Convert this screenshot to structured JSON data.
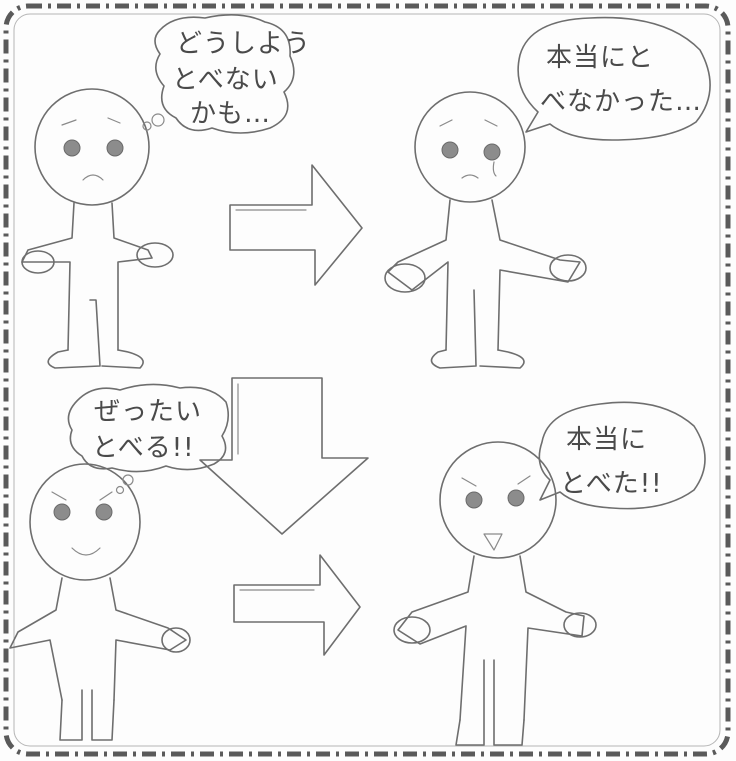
{
  "panels": {
    "top_left": {
      "thought_line1": "どうしよう",
      "thought_line2": "とべない",
      "thought_line3": "かも…"
    },
    "top_right": {
      "speech_line1": "本当にと",
      "speech_line2": "べなかった…"
    },
    "bottom_left": {
      "thought_line1": "ぜったい",
      "thought_line2": "とべる!!"
    },
    "bottom_right": {
      "speech_line1": "本当に",
      "speech_line2": "とべた!!"
    }
  },
  "icons": {
    "frame": "dashed-border-frame",
    "arrows": [
      "arrow-right-icon",
      "arrow-down-icon",
      "arrow-right-icon"
    ]
  },
  "colors": {
    "stroke": "#6e6e6e",
    "paper": "#fdfdfd",
    "eye": "#8c8c8c"
  }
}
